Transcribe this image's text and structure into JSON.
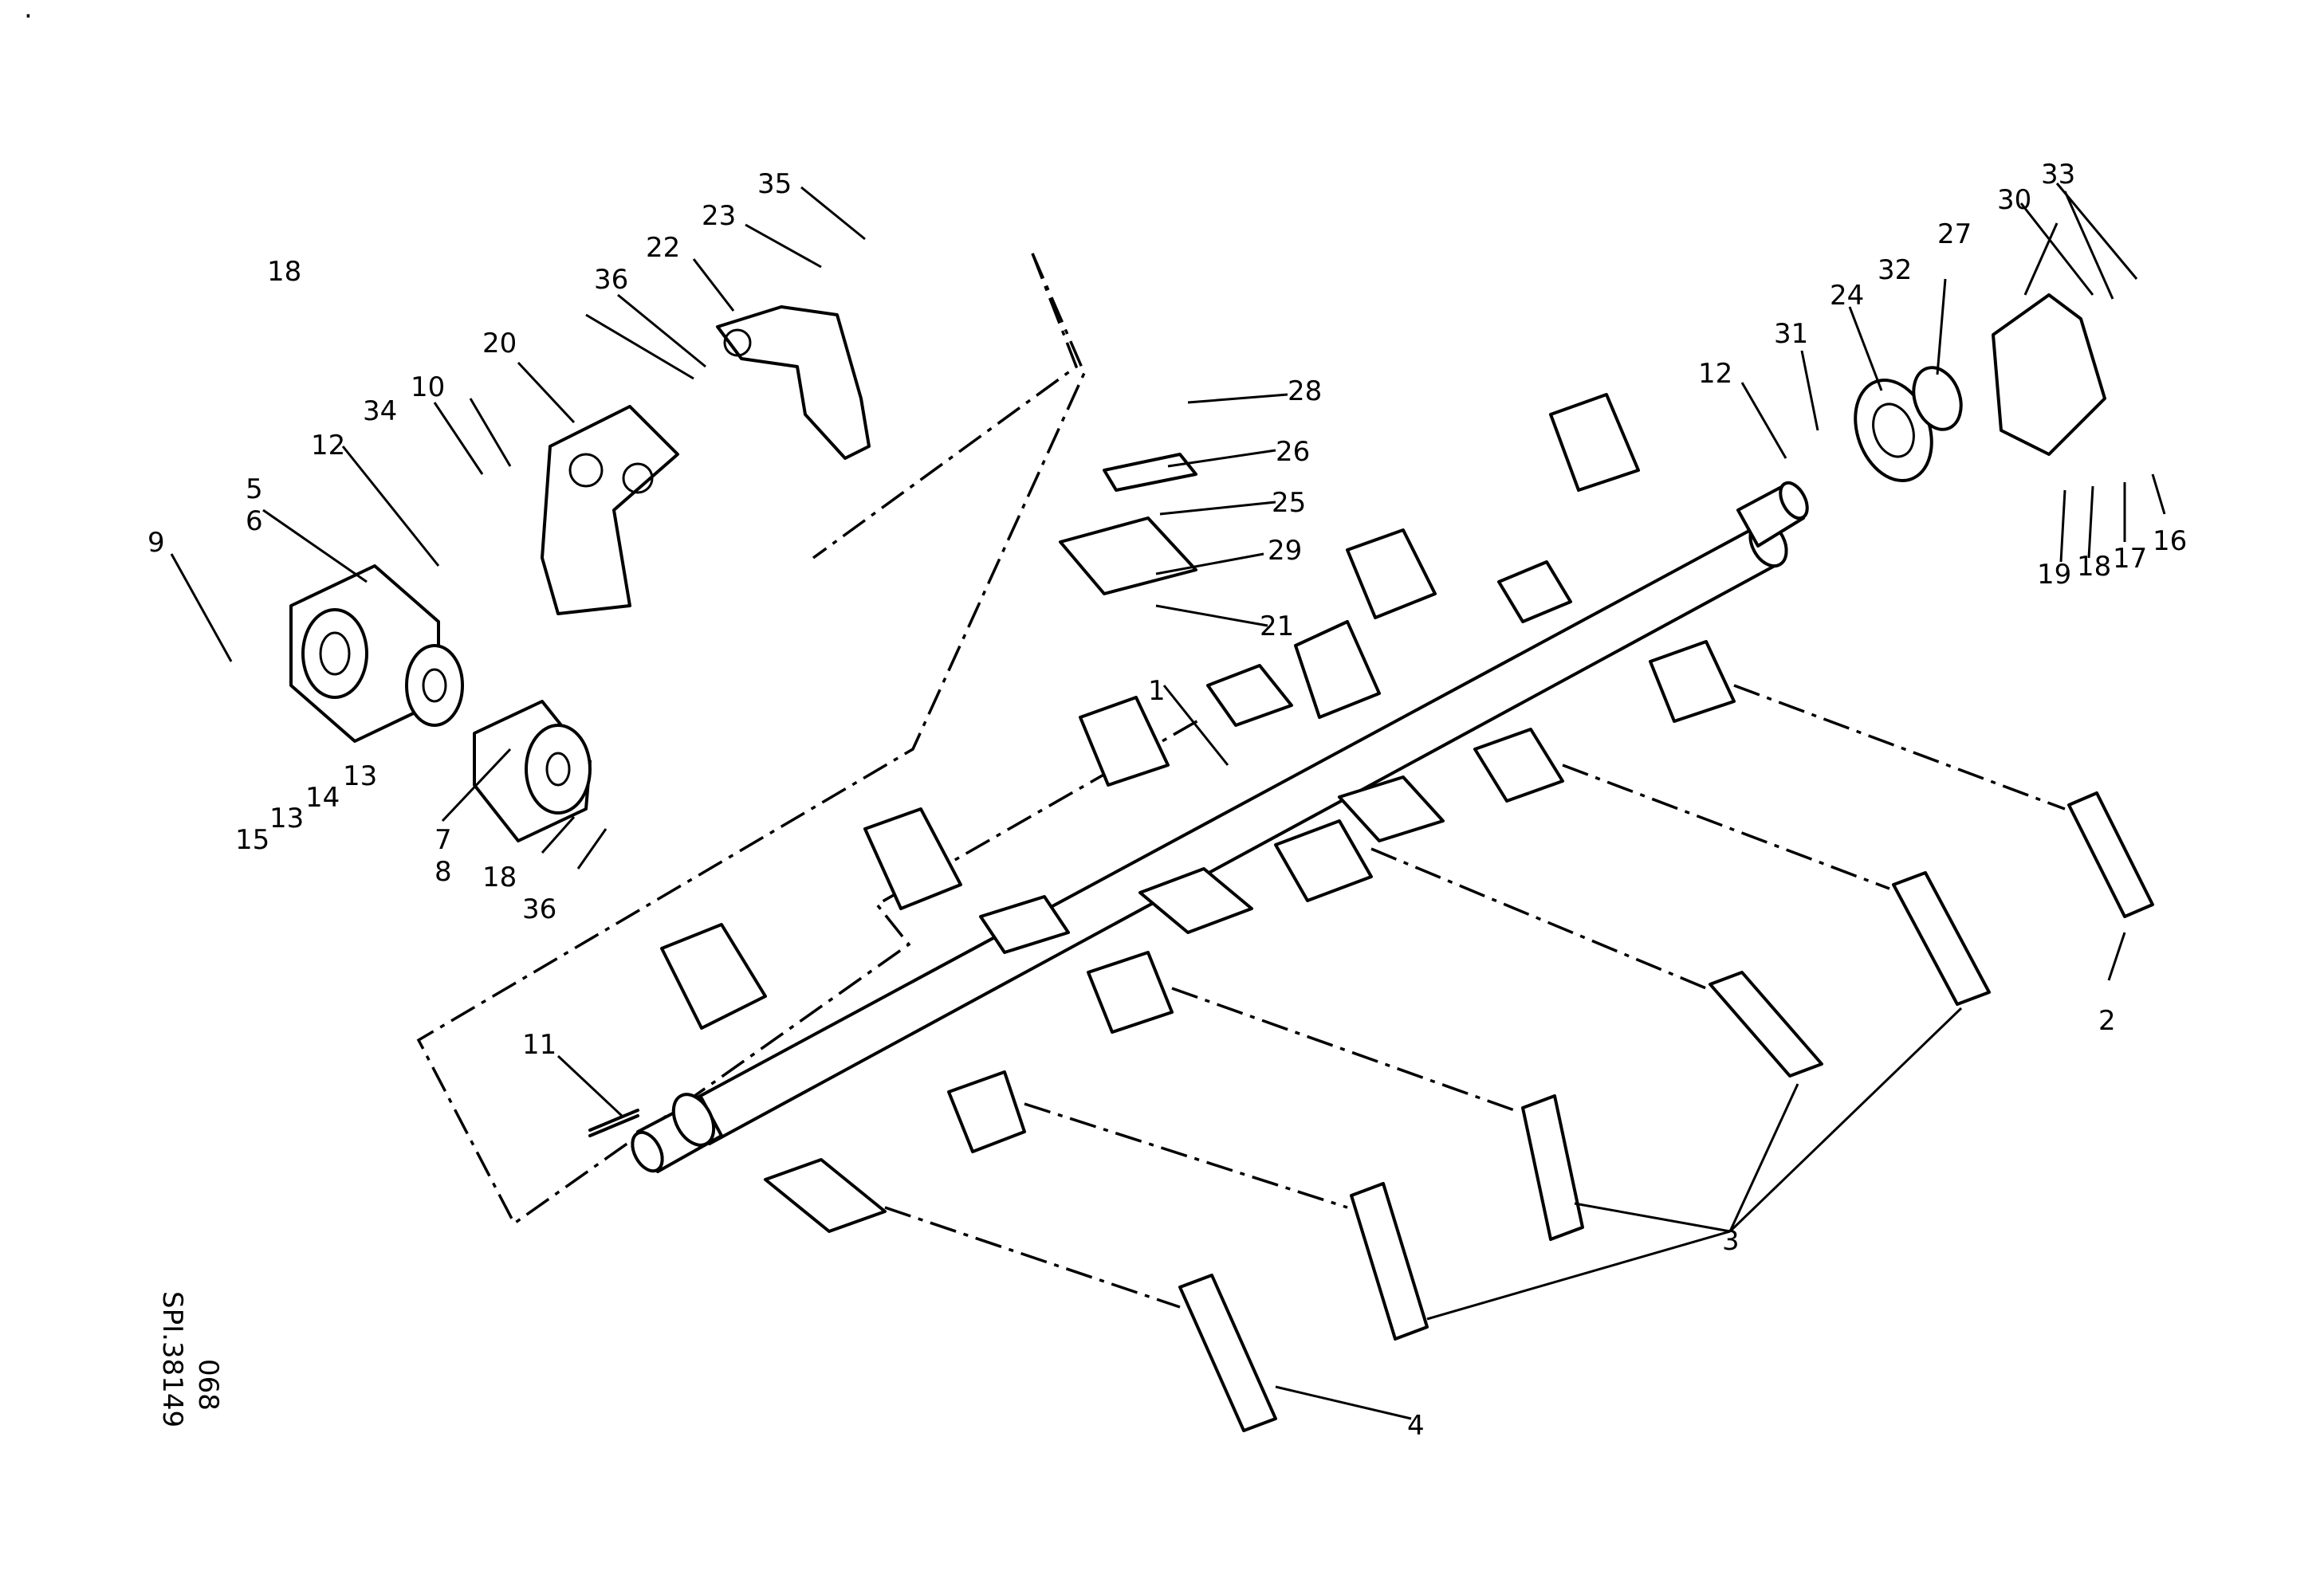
{
  "drawing": {
    "code": "SPI.38149",
    "sheet": "068",
    "corner_mark": "."
  },
  "labels": [
    {
      "id": "1",
      "text": "1"
    },
    {
      "id": "2",
      "text": "2"
    },
    {
      "id": "3",
      "text": "3"
    },
    {
      "id": "4",
      "text": "4"
    },
    {
      "id": "5",
      "text": "5"
    },
    {
      "id": "6",
      "text": "6"
    },
    {
      "id": "7",
      "text": "7"
    },
    {
      "id": "8",
      "text": "8"
    },
    {
      "id": "9",
      "text": "9"
    },
    {
      "id": "10",
      "text": "10"
    },
    {
      "id": "11",
      "text": "11"
    },
    {
      "id": "12a",
      "text": "12"
    },
    {
      "id": "12b",
      "text": "12"
    },
    {
      "id": "13a",
      "text": "13"
    },
    {
      "id": "13b",
      "text": "13"
    },
    {
      "id": "14",
      "text": "14"
    },
    {
      "id": "15",
      "text": "15"
    },
    {
      "id": "16",
      "text": "16"
    },
    {
      "id": "17",
      "text": "17"
    },
    {
      "id": "18a",
      "text": "18"
    },
    {
      "id": "18b",
      "text": "18"
    },
    {
      "id": "18c",
      "text": "18"
    },
    {
      "id": "19",
      "text": "19"
    },
    {
      "id": "20",
      "text": "20"
    },
    {
      "id": "21",
      "text": "21"
    },
    {
      "id": "22",
      "text": "22"
    },
    {
      "id": "23",
      "text": "23"
    },
    {
      "id": "24",
      "text": "24"
    },
    {
      "id": "25",
      "text": "25"
    },
    {
      "id": "26",
      "text": "26"
    },
    {
      "id": "27",
      "text": "27"
    },
    {
      "id": "28",
      "text": "28"
    },
    {
      "id": "29",
      "text": "29"
    },
    {
      "id": "30",
      "text": "30"
    },
    {
      "id": "31",
      "text": "31"
    },
    {
      "id": "32",
      "text": "32"
    },
    {
      "id": "33",
      "text": "33"
    },
    {
      "id": "34",
      "text": "34"
    },
    {
      "id": "35",
      "text": "35"
    },
    {
      "id": "36a",
      "text": "36"
    },
    {
      "id": "36b",
      "text": "36"
    }
  ]
}
